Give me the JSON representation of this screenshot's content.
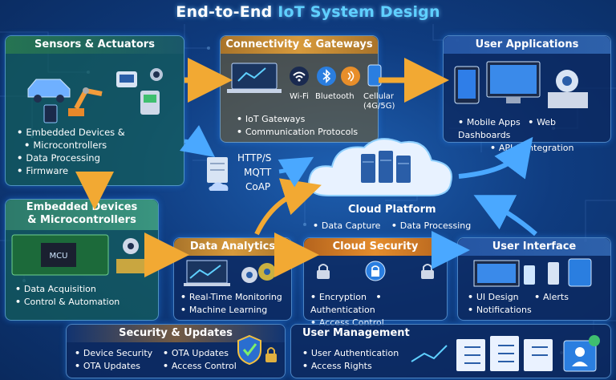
{
  "title": {
    "prefix": "End-to-End ",
    "highlight": "IoT System Design"
  },
  "sensors": {
    "title": "Sensors & Actuators",
    "items": [
      "Embedded Devices &",
      "Microcontrollers",
      "Data Processing",
      "Firmware"
    ]
  },
  "connectivity": {
    "title": "Connectivity & Gateways",
    "icons": [
      "Wi-Fi",
      "Bluetooth",
      "Cellular",
      "(4G/5G)"
    ],
    "items": [
      "IoT Gateways",
      "Communication Protocols"
    ]
  },
  "user_apps": {
    "title": "User Applications",
    "items": [
      "Mobile Apps",
      "Web Dashboards",
      "API & Integration"
    ]
  },
  "protocols": [
    "HTTP/S",
    "MQTT",
    "CoAP"
  ],
  "cloud": {
    "title": "Cloud Platform",
    "items": [
      "Data Capture",
      "Data Processing"
    ]
  },
  "embedded": {
    "title_line1": "Embedded Devices",
    "title_line2": "& Microcontrollers",
    "chip": "MCU",
    "items": [
      "Data Acquisition",
      "Control & Automation"
    ]
  },
  "analytics": {
    "title": "Data Analytics",
    "items": [
      "Real-Time Monitoring",
      "Machine Learning"
    ]
  },
  "security": {
    "title": "Cloud Security",
    "items": [
      "Encryption",
      "Authentication",
      "Access Control"
    ]
  },
  "ui": {
    "title": "User Interface",
    "items": [
      "UI Design",
      "Alerts",
      "Notifications"
    ]
  },
  "updates": {
    "title": "Security & Updates",
    "items": [
      "Device Security",
      "OTA Updates",
      "OTA Updates",
      "Access Control"
    ]
  },
  "user_mgmt": {
    "title": "User Management",
    "items": [
      "User Authentication",
      "Access Rights"
    ]
  },
  "colors": {
    "accent": "#5fd0ff",
    "arrow": "#f2a933",
    "blue_arrow": "#4aa8ff"
  }
}
